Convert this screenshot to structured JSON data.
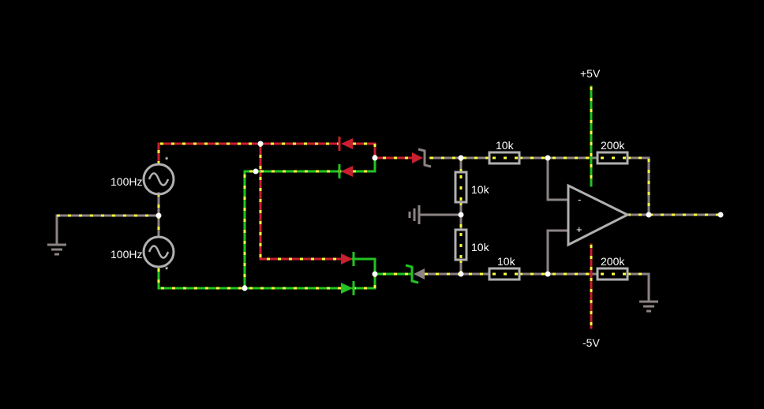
{
  "labels": {
    "vplus": "+5V",
    "vminus": "-5V",
    "src_top": "100Hz",
    "src_bottom": "100Hz",
    "r_top": "10k",
    "r_bot": "10k",
    "r_vert_top": "10k",
    "r_vert_bot": "10k",
    "rf_top": "200k",
    "rf_bot": "200k",
    "opamp_minus": "-",
    "opamp_plus": "+",
    "star": "*"
  },
  "colors": {
    "background": "#000000",
    "wire_idle": "#8c8383",
    "wire_positive": "#22c322",
    "wire_negative": "#c8202e",
    "current_dot": "#ffff40",
    "component": "#b0b0b0",
    "node": "#ffffff"
  }
}
